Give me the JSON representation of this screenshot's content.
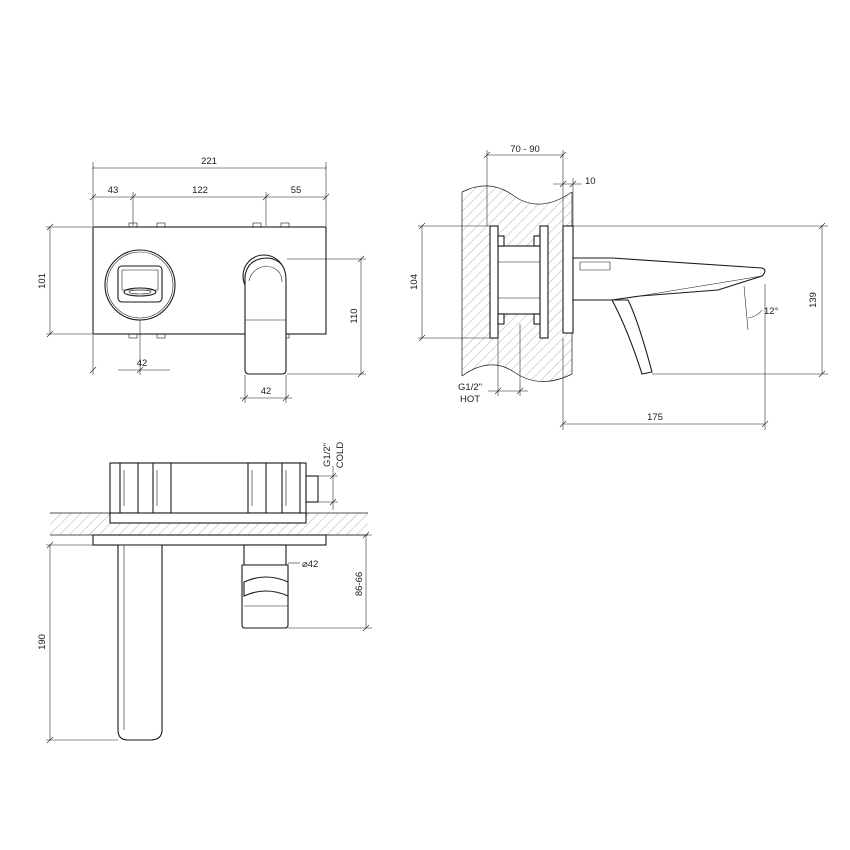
{
  "front_view": {
    "dim_total_width": "221",
    "dim_left": "43",
    "dim_middle": "122",
    "dim_right": "55",
    "dim_plate_height": "101",
    "dim_spout_drop": "110",
    "dim_knob_offset": "42",
    "dim_spout_width": "42"
  },
  "side_view": {
    "dim_wall_range": "70 - 90",
    "dim_plate_thickness": "10",
    "dim_body_height": "104",
    "dim_spout_total_height": "139",
    "dim_spout_projection": "175",
    "dim_angle": "12°",
    "label_inlet_size": "G1/2\"",
    "label_inlet_type": "HOT"
  },
  "top_view": {
    "label_inlet_size": "G1/2\"",
    "label_inlet_type": "COLD",
    "dim_diameter": "⌀42",
    "dim_handle_range": "86-66",
    "dim_spout_length": "190"
  }
}
